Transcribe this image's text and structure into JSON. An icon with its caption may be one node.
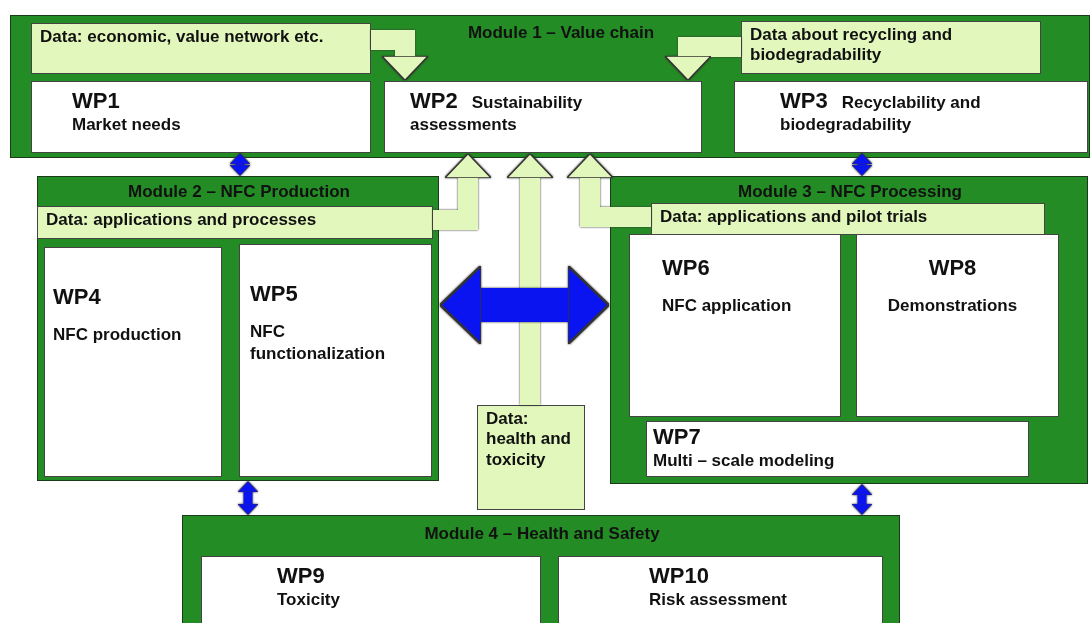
{
  "diagram": {
    "nodes": [
      {
        "text": [
          "Module 1 – Value chain"
        ]
      },
      {
        "text": [
          "Data: economic, value network etc."
        ],
        "in": 0
      },
      {
        "text": [
          "Data about recycling and biodegradability"
        ],
        "in": 0
      },
      {
        "text": [
          "WP1",
          "Market needs"
        ],
        "in": 0
      },
      {
        "text": [
          "WP2",
          "Sustainability assessments"
        ],
        "in": 0
      },
      {
        "text": [
          "WP3",
          "Recyclability and biodegradability"
        ],
        "in": 0
      },
      {
        "text": [
          "Module 2 – NFC Production"
        ]
      },
      {
        "text": [
          "Data: applications and processes"
        ],
        "in": 6
      },
      {
        "text": [
          "WP4",
          "NFC production"
        ],
        "in": 6
      },
      {
        "text": [
          "WP5",
          "NFC functionalization"
        ],
        "in": 6
      },
      {
        "text": [
          "Module 3 – NFC Processing"
        ]
      },
      {
        "text": [
          "Data: applications and pilot trials"
        ],
        "in": 10
      },
      {
        "text": [
          "WP6",
          "NFC application"
        ],
        "in": 10
      },
      {
        "text": [
          "WP8",
          "Demonstrations"
        ],
        "in": 10
      },
      {
        "text": [
          "WP7",
          "Multi – scale modeling"
        ],
        "in": 10
      },
      {
        "text": [
          "Data: health and toxicity"
        ]
      },
      {
        "text": [
          "Module 4 – Health and Safety"
        ]
      },
      {
        "text": [
          "WP9",
          "Toxicity"
        ],
        "in": 16
      },
      {
        "text": [
          "WP10",
          "Risk assessment"
        ],
        "in": 16
      }
    ],
    "edges": [
      {
        "from": 1,
        "to": 4,
        "arrow": "to"
      },
      {
        "from": 2,
        "to": 4,
        "arrow": "to"
      },
      {
        "from": 7,
        "to": 4,
        "arrow": "to"
      },
      {
        "from": 15,
        "to": 4,
        "arrow": "to"
      },
      {
        "from": 11,
        "to": 4,
        "arrow": "to"
      },
      {
        "from": 3,
        "to": 6,
        "arrow": "both",
        "color": "#0a14f0"
      },
      {
        "from": 5,
        "to": 10,
        "arrow": "both",
        "color": "#0a14f0"
      },
      {
        "from": 6,
        "to": 10,
        "arrow": "both",
        "color": "#0a14f0"
      },
      {
        "from": 6,
        "to": 16,
        "arrow": "both",
        "color": "#0a14f0"
      },
      {
        "from": 10,
        "to": 16,
        "arrow": "both",
        "color": "#0a14f0"
      }
    ]
  }
}
